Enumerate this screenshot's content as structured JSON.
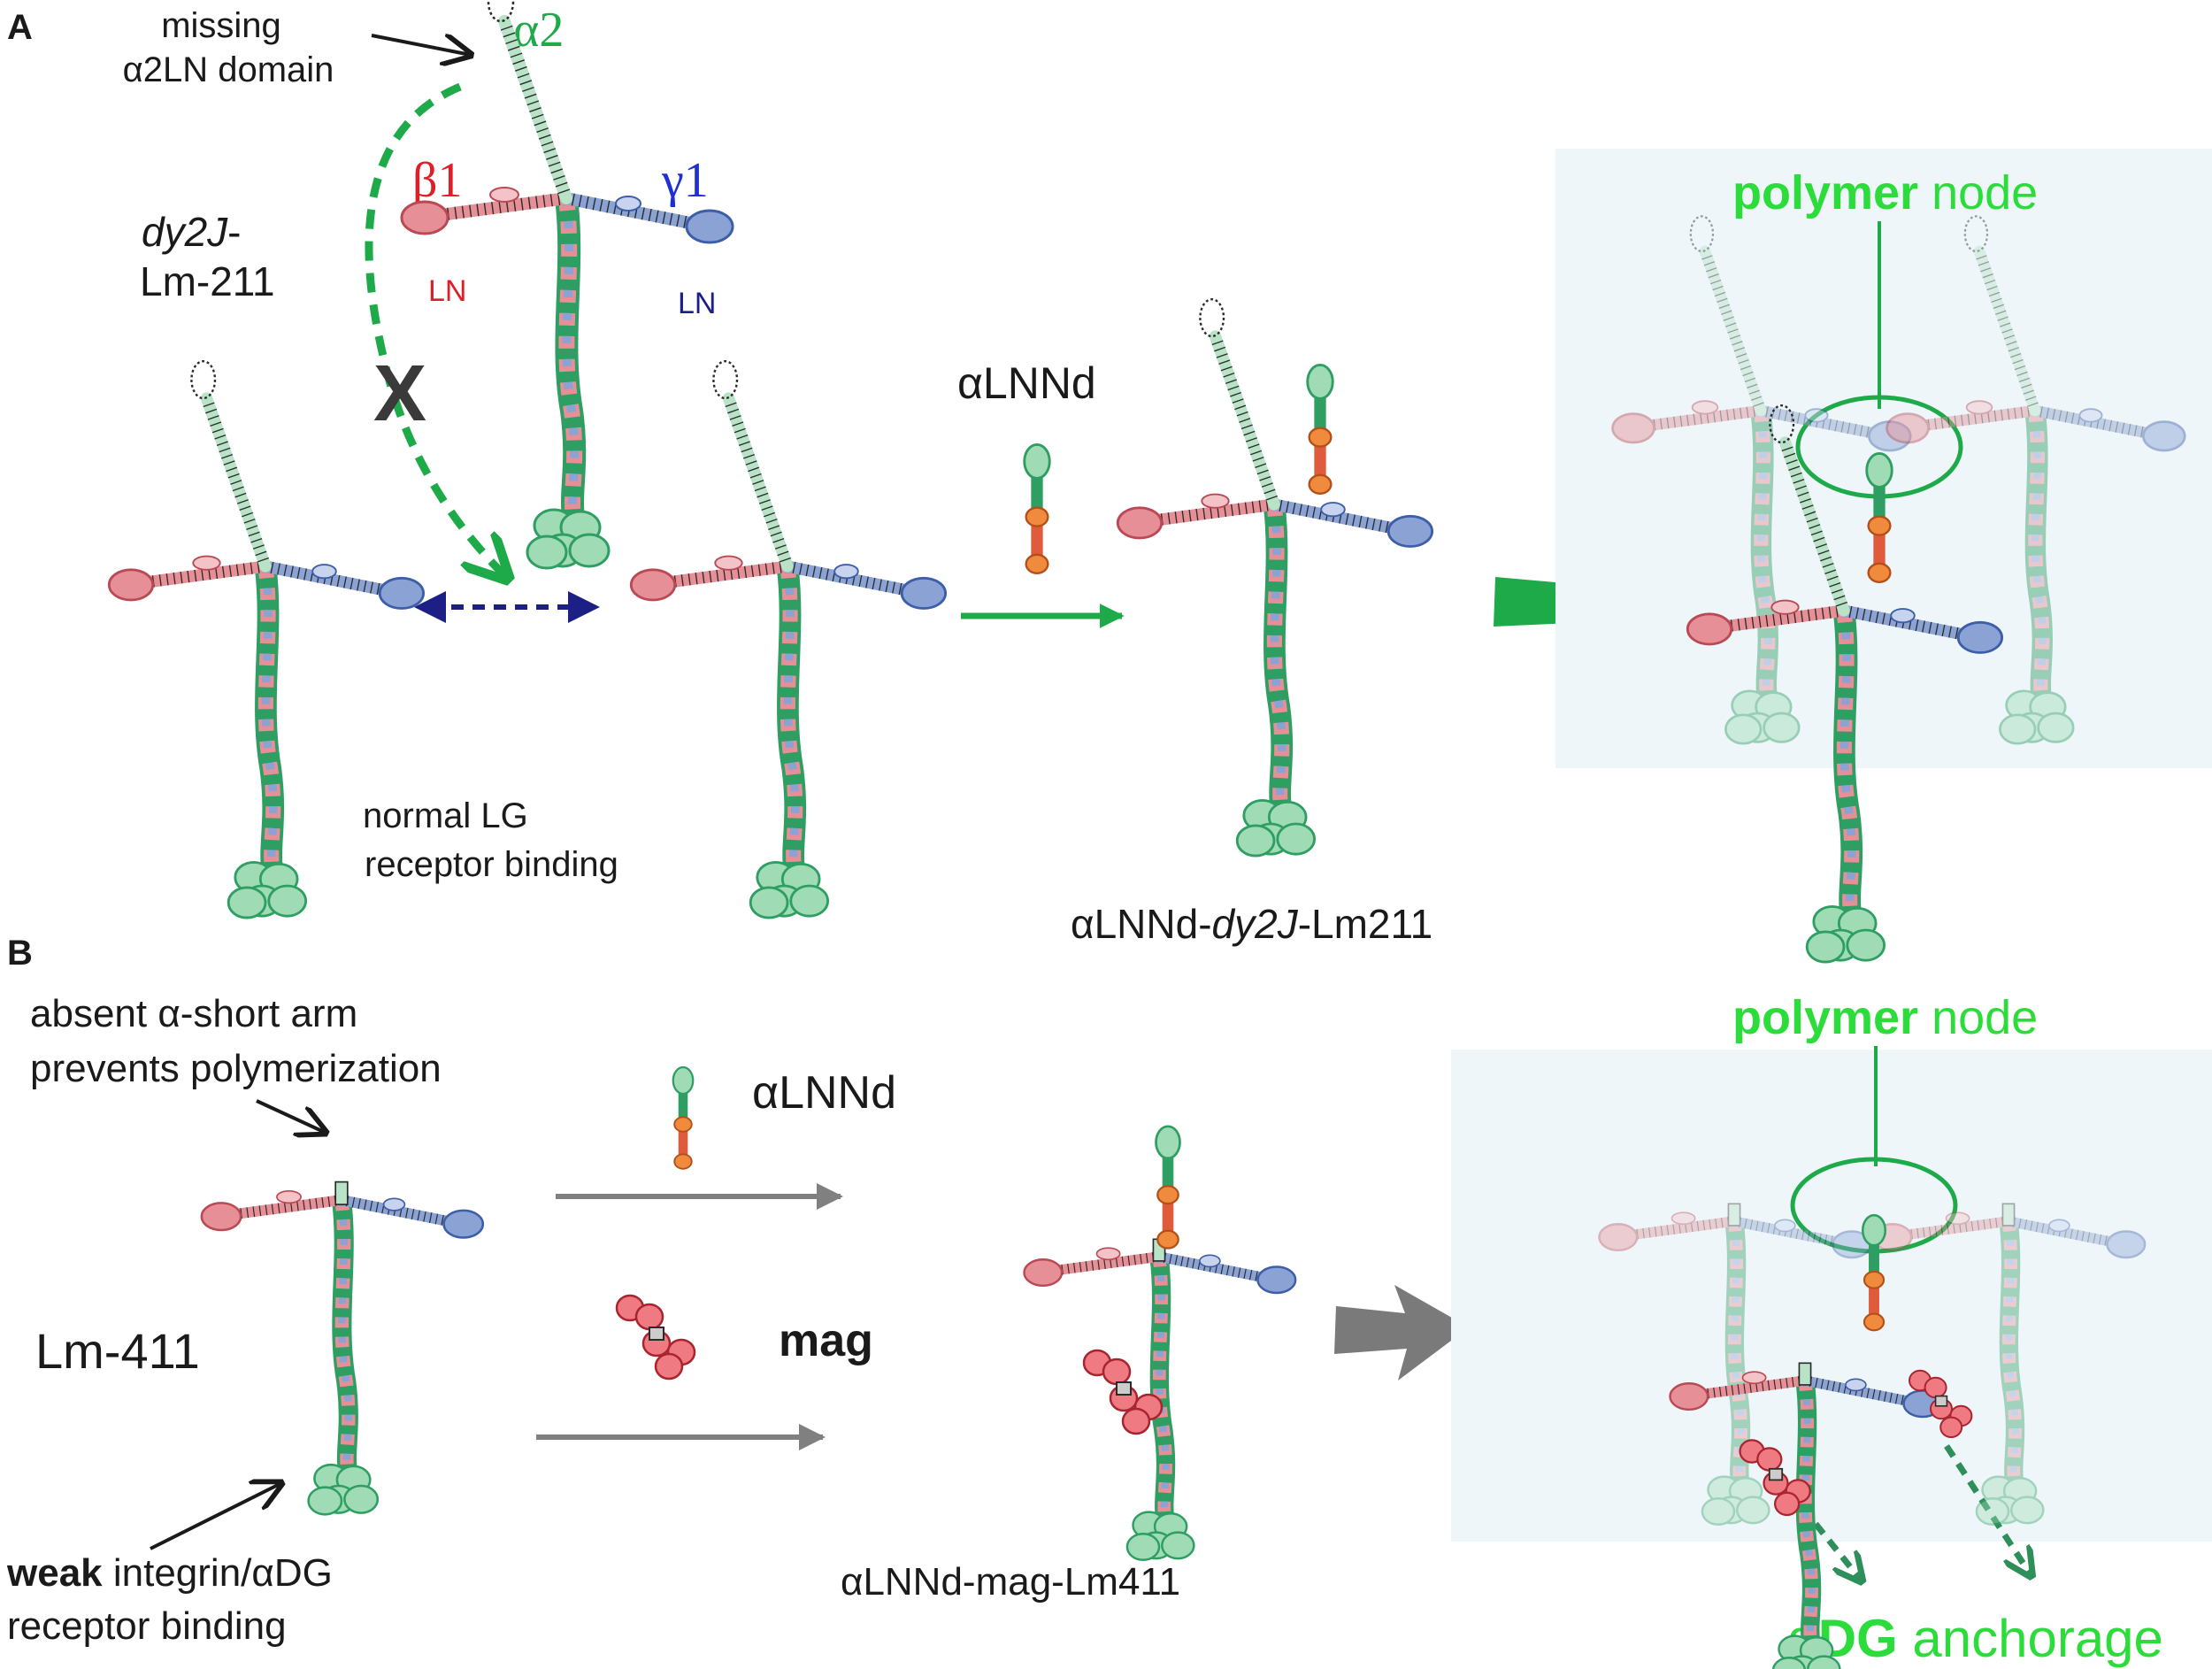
{
  "panel_a": {
    "letter": "A",
    "missing_line1": "missing",
    "missing_line2": "α2LN domain",
    "alpha2": "α2",
    "beta1": "β1",
    "gamma1": "γ1",
    "ln_red": "LN",
    "ln_blue": "LN",
    "dy2j_italic": "dy2J",
    "dy2j_dash": "-",
    "lm211": "Lm-211",
    "block_mark": "X",
    "normal_line1": "normal LG",
    "normal_line2": "receptor binding",
    "alnnd": "αLNNd",
    "product_pre": "αLNNd-",
    "product_ital": "dy2J",
    "product_post": "-Lm211",
    "polymer_bold": "polymer",
    "polymer_rest": " node"
  },
  "panel_b": {
    "letter": "B",
    "absent_line1": "absent α-short arm",
    "absent_line2": "prevents polymerization",
    "lm411": "Lm-411",
    "weak_bold": "weak",
    "weak_rest": " integrin/αDG",
    "weak_line2": "receptor binding",
    "alnnd": "αLNNd",
    "mag": "mag",
    "product": "αLNNd-mag-Lm411",
    "polymer_bold": "polymer",
    "polymer_rest": " node",
    "adg_pre": "α",
    "adg_bold": "DG",
    "adg_rest": " anchorage"
  },
  "colors": {
    "green": "#1faa4a",
    "bright_green": "#2cdc3a",
    "red": "#e01e2a",
    "blue": "#1f2fd1",
    "navy": "#1c1f85",
    "gray": "#7a7a7a",
    "panel_bg": "#eef6fa"
  }
}
